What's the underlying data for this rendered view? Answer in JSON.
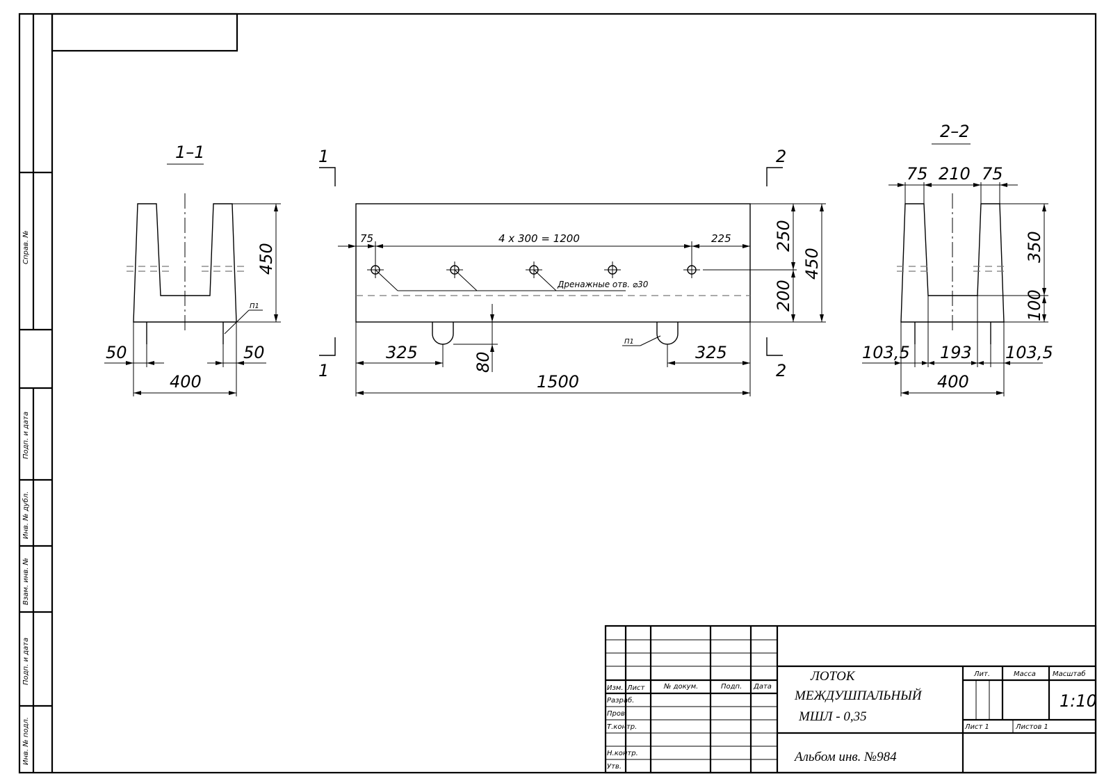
{
  "frame": {
    "side_labels": [
      "Справ. №",
      "Подп. и дата",
      "Инв. № дубл.",
      "Взам. инв. №",
      "Подп. и дата",
      "Инв. № подл."
    ]
  },
  "section_1_1": {
    "title": "1–1",
    "dims": {
      "height": "450",
      "left": "50",
      "right": "50",
      "width": "400"
    },
    "leader": "П1"
  },
  "main_view": {
    "cut_1": "1",
    "cut_2": "2",
    "dims": {
      "left_offset": "75",
      "spacing": "4 x 300 = 1200",
      "right_offset": "225",
      "upper_height": "250",
      "lower_height": "200",
      "total_height": "450",
      "left_edge": "325",
      "right_edge": "325",
      "loop_depth": "80",
      "length": "1500"
    },
    "drain_note": "Дренажные отв. ⌀30",
    "leader": "П1"
  },
  "section_2_2": {
    "title": "2–2",
    "dims": {
      "top_left": "75",
      "top_mid": "210",
      "top_right": "75",
      "height_upper": "350",
      "height_lower": "100",
      "bottom_left": "103,5",
      "bottom_mid": "193",
      "bottom_right": "103,5",
      "width": "400"
    }
  },
  "title_block": {
    "headers": {
      "izm": "Изм.",
      "list": "Лист",
      "doc": "№ докум.",
      "sign": "Подп.",
      "date": "Дата"
    },
    "roles": [
      "Разраб.",
      "Пров.",
      "Т.контр.",
      "",
      "Н.контр.",
      "Утв."
    ],
    "name_lines": [
      "ЛОТОК",
      "МЕЖДУШПАЛЬНЫЙ",
      "МШЛ - 0,35"
    ],
    "lit_label": "Лит.",
    "mass_label": "Масса",
    "scale_label": "Масштаб",
    "scale": "1:10",
    "sheet_label": "Лист 1",
    "sheets_label": "Листов 1",
    "album": "Альбом инв. №984"
  }
}
